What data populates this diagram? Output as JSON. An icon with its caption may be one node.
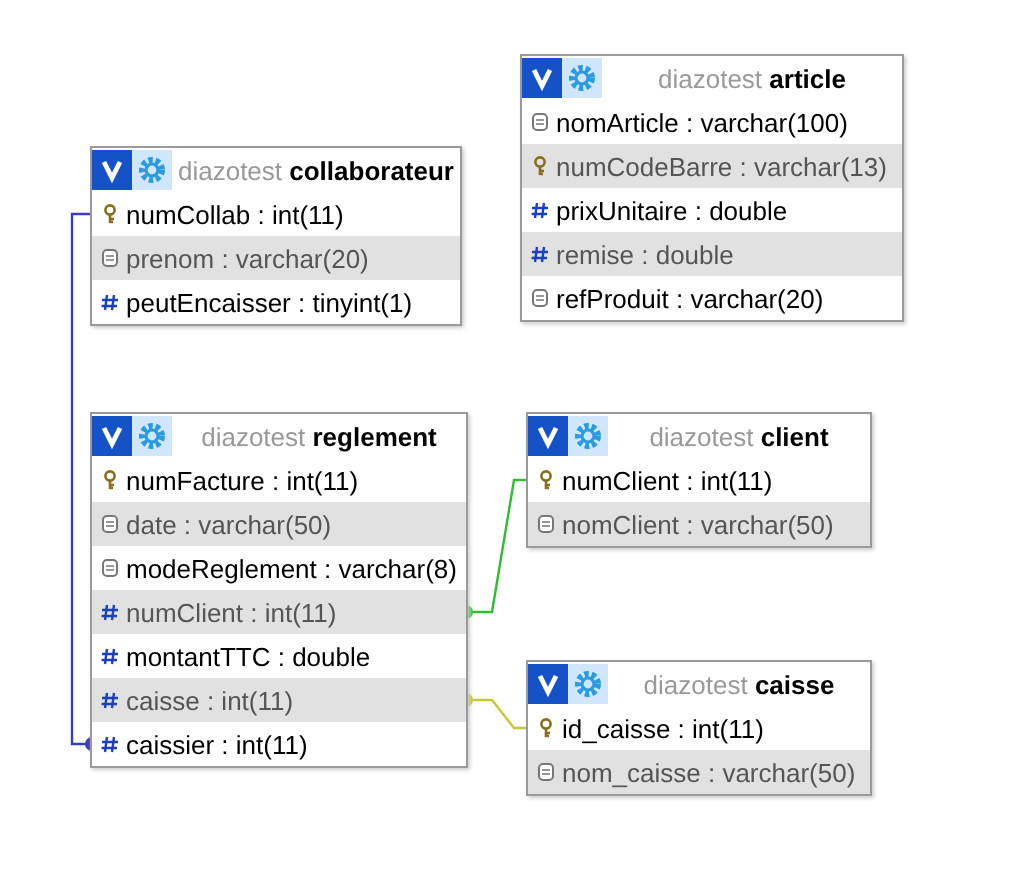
{
  "diagram": {
    "nodes": [
      {
        "text": [
          "diazotest **collaborateur**"
        ]
      },
      {
        "text": [
          "numCollab : int(11)"
        ],
        "in": 0
      },
      {
        "text": [
          "prenom : varchar(20)"
        ],
        "in": 0
      },
      {
        "text": [
          "peutEncaisser : tinyint(1)"
        ],
        "in": 0
      },
      {
        "text": [
          "diazotest **article**"
        ]
      },
      {
        "text": [
          "nomArticle : varchar(100)"
        ],
        "in": 4
      },
      {
        "text": [
          "numCodeBarre : varchar(13)"
        ],
        "in": 4
      },
      {
        "text": [
          "prixUnitaire : double"
        ],
        "in": 4
      },
      {
        "text": [
          "remise : double"
        ],
        "in": 4
      },
      {
        "text": [
          "refProduit : varchar(20)"
        ],
        "in": 4
      },
      {
        "text": [
          "diazotest **reglement**"
        ]
      },
      {
        "text": [
          "numFacture : int(11)"
        ],
        "in": 10
      },
      {
        "text": [
          "date : varchar(50)"
        ],
        "in": 10
      },
      {
        "text": [
          "modeReglement : varchar(8)"
        ],
        "in": 10
      },
      {
        "text": [
          "numClient : int(11)"
        ],
        "in": 10
      },
      {
        "text": [
          "montantTTC : double"
        ],
        "in": 10
      },
      {
        "text": [
          "caisse : int(11)"
        ],
        "in": 10
      },
      {
        "text": [
          "caissier : int(11)"
        ],
        "in": 10
      },
      {
        "text": [
          "diazotest **client**"
        ]
      },
      {
        "text": [
          "numClient : int(11)"
        ],
        "in": 18
      },
      {
        "text": [
          "nomClient : varchar(50)"
        ],
        "in": 18
      },
      {
        "text": [
          "diazotest **caisse**"
        ]
      },
      {
        "text": [
          "id_caisse : int(11)"
        ],
        "in": 21
      },
      {
        "text": [
          "nom_caisse : varchar(50)"
        ],
        "in": 21
      }
    ],
    "edges": [
      {
        "from": 17,
        "to": 1,
        "arrow": "other",
        "color": "#3b3bc4"
      },
      {
        "from": 14,
        "to": 19,
        "arrow": "other",
        "color": "#2fc02f"
      },
      {
        "from": 16,
        "to": 22,
        "arrow": "other",
        "color": "#c8c832"
      }
    ]
  }
}
